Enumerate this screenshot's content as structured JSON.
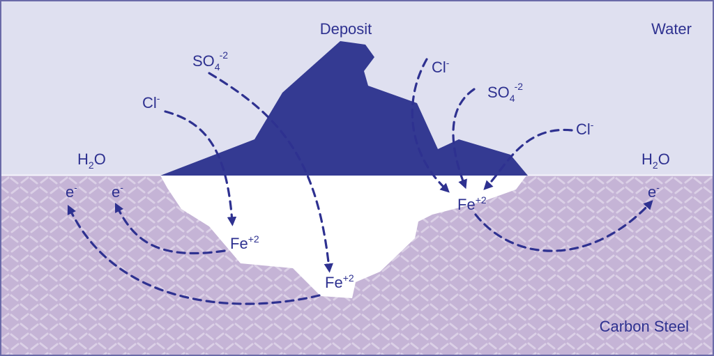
{
  "colors": {
    "water": "#dfe0f0",
    "steel": "#c5b4d6",
    "steel_pattern": "#dbd0e6",
    "deposit": "#343a92",
    "pit": "#ffffff",
    "ink": "#2e3190",
    "frame": "#6a6aa8"
  },
  "labels": {
    "water": "Water",
    "deposit": "Deposit",
    "carbon_steel": "Carbon Steel",
    "h2o_left": {
      "base": "H",
      "sub": "2",
      "tail": "O"
    },
    "h2o_right": {
      "base": "H",
      "sub": "2",
      "tail": "O"
    },
    "electrons": [
      {
        "base": "e",
        "sup": "-"
      },
      {
        "base": "e",
        "sup": "-"
      },
      {
        "base": "e",
        "sup": "-"
      }
    ],
    "chloride": [
      {
        "base": "Cl",
        "sup": "-"
      },
      {
        "base": "Cl",
        "sup": "-"
      },
      {
        "base": "Cl",
        "sup": "-"
      }
    ],
    "sulfate": [
      {
        "base": "SO",
        "sub": "4",
        "sup": "-2"
      },
      {
        "base": "SO",
        "sub": "4",
        "sup": "-2"
      }
    ],
    "iron": [
      {
        "base": "Fe",
        "sup": "+2"
      },
      {
        "base": "Fe",
        "sup": "+2"
      },
      {
        "base": "Fe",
        "sup": "+2"
      }
    ]
  }
}
